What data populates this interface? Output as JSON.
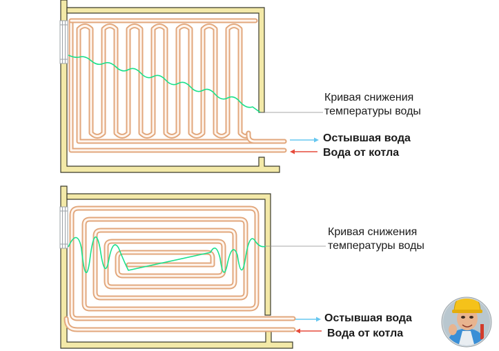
{
  "diagram_top": {
    "curve_label_line1": "Кривая снижения",
    "curve_label_line2": "температуры воды",
    "cold_water_label": "Остывшая вода",
    "hot_water_label": "Вода от котла"
  },
  "diagram_bottom": {
    "curve_label_line1": "Кривая снижения",
    "curve_label_line2": "температуры воды",
    "cold_water_label": "Остывшая вода",
    "hot_water_label": "Вода от котла"
  },
  "colors": {
    "wall_fill": "#f3e9a8",
    "wall_stroke": "#3a3a2a",
    "pipe_outer": "#e2a77c",
    "pipe_inner": "#fff6ef",
    "temperature_curve": "#19e08a",
    "cold_arrow": "#66c7f0",
    "hot_arrow": "#e64a3a",
    "leader_line": "#8a8a8a",
    "window": "#9aa0a6"
  },
  "icons": {
    "avatar": "builder-avatar-icon"
  }
}
